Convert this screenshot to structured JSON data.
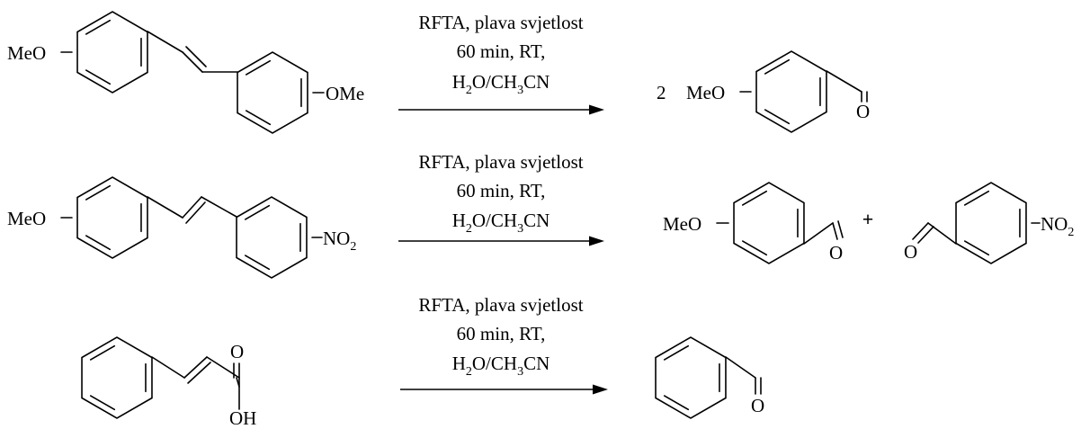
{
  "reactions": [
    {
      "conditions": {
        "line1": "RFTA, plava svjetlost",
        "line2": "60 min, RT,",
        "solvent": {
          "a": "H",
          "b": "2",
          "c": "O/CH",
          "d": "3",
          "e": "CN"
        }
      },
      "reactant": {
        "left_group": "MeO",
        "right_group": "OMe"
      },
      "product": {
        "coefficient": "2",
        "left_group": "MeO",
        "oxygen": "O"
      }
    },
    {
      "conditions": {
        "line1": "RFTA, plava svjetlost",
        "line2": "60 min, RT,",
        "solvent": {
          "a": "H",
          "b": "2",
          "c": "O/CH",
          "d": "3",
          "e": "CN"
        }
      },
      "reactant": {
        "left_group": "MeO",
        "right_group": "NO",
        "right_sub": "2"
      },
      "product1": {
        "left_group": "MeO",
        "oxygen": "O"
      },
      "plus": "+",
      "product2": {
        "oxygen": "O",
        "right_group": "NO",
        "right_sub": "2"
      }
    },
    {
      "conditions": {
        "line1": "RFTA, plava svjetlost",
        "line2": "60 min, RT,",
        "solvent": {
          "a": "H",
          "b": "2",
          "c": "O/CH",
          "d": "3",
          "e": "CN"
        }
      },
      "reactant": {
        "carbonyl_o": "O",
        "hydroxyl": "OH"
      },
      "product": {
        "oxygen": "O"
      }
    }
  ]
}
